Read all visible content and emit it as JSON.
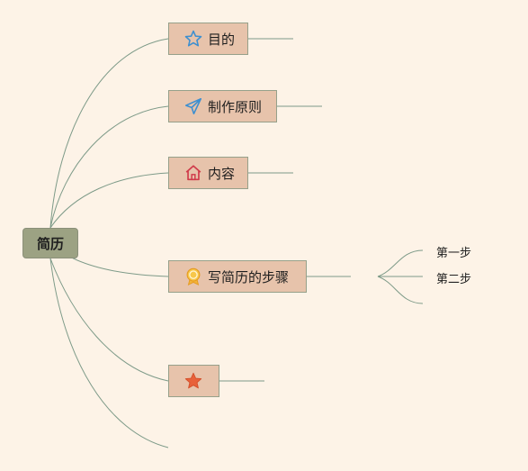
{
  "root": {
    "label": "简历"
  },
  "topics": [
    {
      "label": "目的",
      "icon": "star-outline-icon"
    },
    {
      "label": "制作原则",
      "icon": "paper-plane-icon"
    },
    {
      "label": "内容",
      "icon": "house-icon"
    },
    {
      "label": "写简历的步骤",
      "icon": "award-badge-icon"
    },
    {
      "label": "",
      "icon": "star-filled-icon"
    }
  ],
  "subtopics": [
    {
      "label": "第一步"
    },
    {
      "label": "第二步"
    },
    {
      "label": ""
    }
  ],
  "colors": {
    "background": "#fdf3e7",
    "root_fill": "#9ca283",
    "topic_fill": "#e7c3ab",
    "topic_border": "#96a08a",
    "connector": "#7d9a88"
  }
}
